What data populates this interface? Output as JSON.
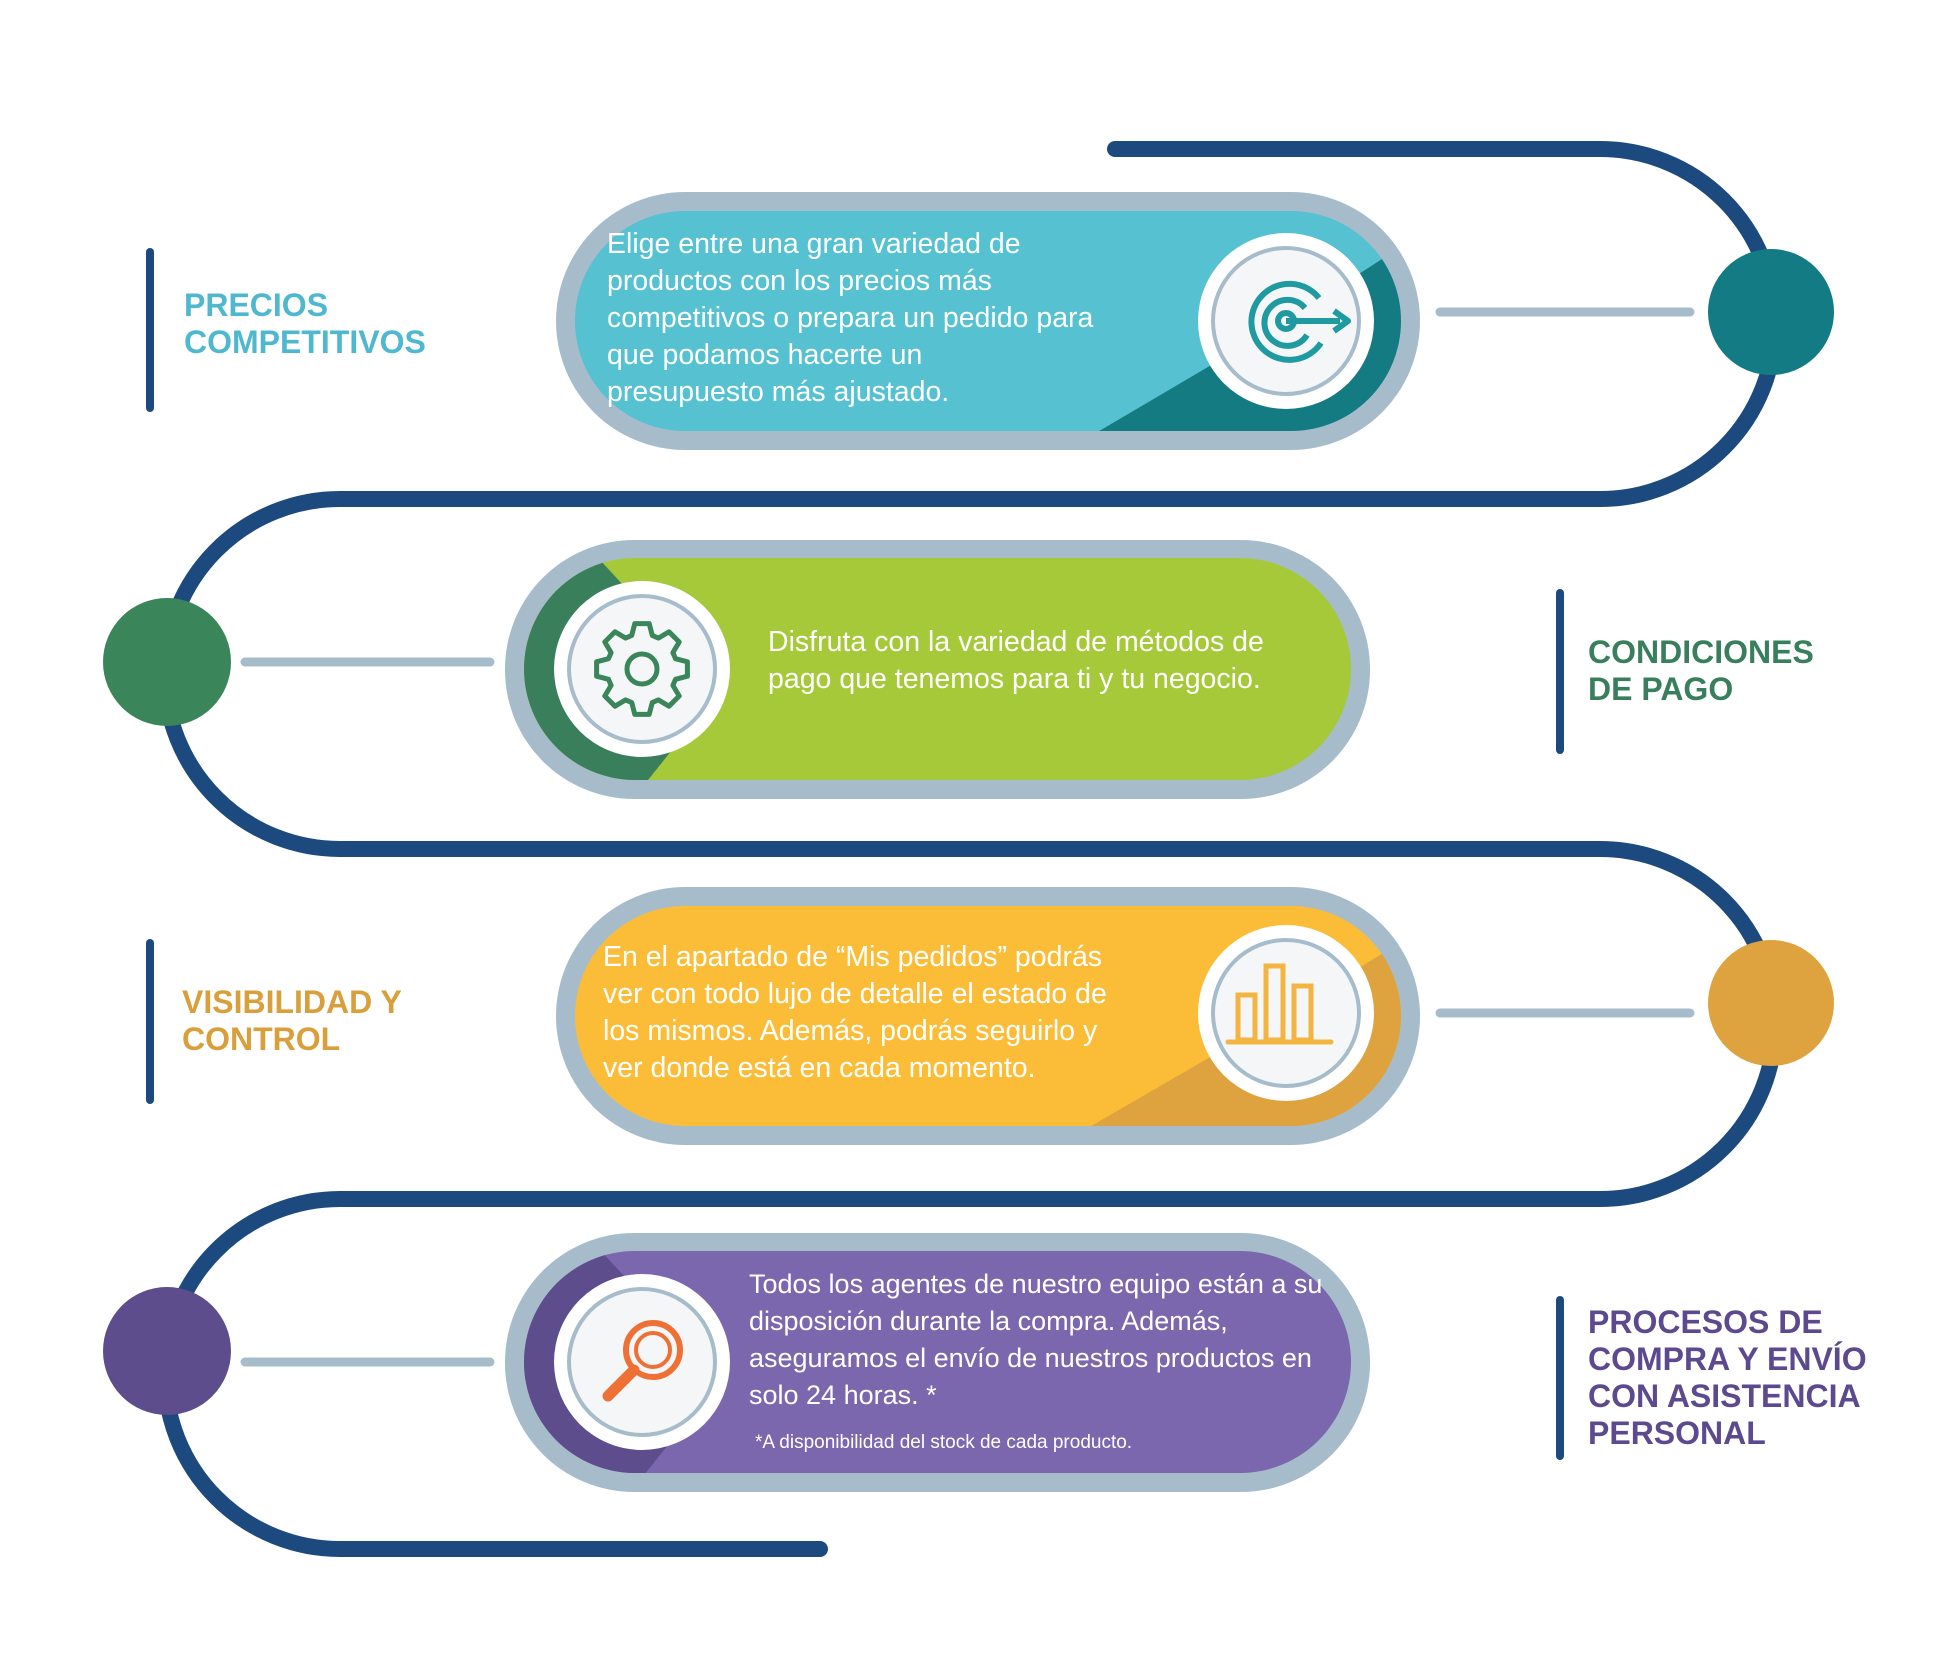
{
  "colors": {
    "path": "#1d4a7e",
    "connector": "#a7bccb",
    "card_border": "#a7bccb"
  },
  "steps": [
    {
      "title_lines": [
        "PRECIOS",
        "COMPETITIVOS"
      ],
      "title_color": "#4fb8cf",
      "text_lines": [
        "Elige entre una gran variedad de",
        "productos con los precios más",
        "competitivos o prepara un pedido para",
        "que podamos hacerte un",
        "presupuesto más ajustado."
      ],
      "card_color": "#56c1d1",
      "shadow_color": "#157b83",
      "dot_color": "#127b83",
      "icon": "target-icon",
      "icon_color": "#1e9aa0"
    },
    {
      "title_lines": [
        "CONDICIONES",
        "DE PAGO"
      ],
      "title_color": "#3a7f5d",
      "text_lines": [
        "Disfruta con la variedad de métodos de",
        "pago que tenemos para ti y tu negocio."
      ],
      "card_color": "#a6c93a",
      "shadow_color": "#3a7f5b",
      "dot_color": "#3a8559",
      "icon": "gear-icon",
      "icon_color": "#3a8559"
    },
    {
      "title_lines": [
        "VISIBILIDAD Y",
        "CONTROL"
      ],
      "title_color": "#d89f3b",
      "text_lines": [
        "En el apartado de “Mis pedidos” podrás",
        "ver con todo lujo de detalle el estado de",
        "los mismos. Además, podrás seguirlo y",
        "ver donde está en cada momento."
      ],
      "card_color": "#fbbd38",
      "shadow_color": "#dea23e",
      "dot_color": "#dea23e",
      "icon": "bar-chart-icon",
      "icon_color": "#f3b441"
    },
    {
      "title_lines": [
        "PROCESOS DE",
        "COMPRA Y ENVÍO",
        "CON ASISTENCIA",
        "PERSONAL"
      ],
      "title_color": "#5d4a8e",
      "text_lines": [
        "Todos los agentes de nuestro equipo están a su",
        "disposición durante la compra. Además,",
        "aseguramos el envío de nuestros productos en",
        "solo 24 horas. *"
      ],
      "footnote": "*A disponibilidad del stock de cada producto.",
      "card_color": "#7a67ad",
      "shadow_color": "#5d4d8d",
      "dot_color": "#5d4d8d",
      "icon": "search-icon",
      "icon_color": "#ee7034"
    }
  ]
}
